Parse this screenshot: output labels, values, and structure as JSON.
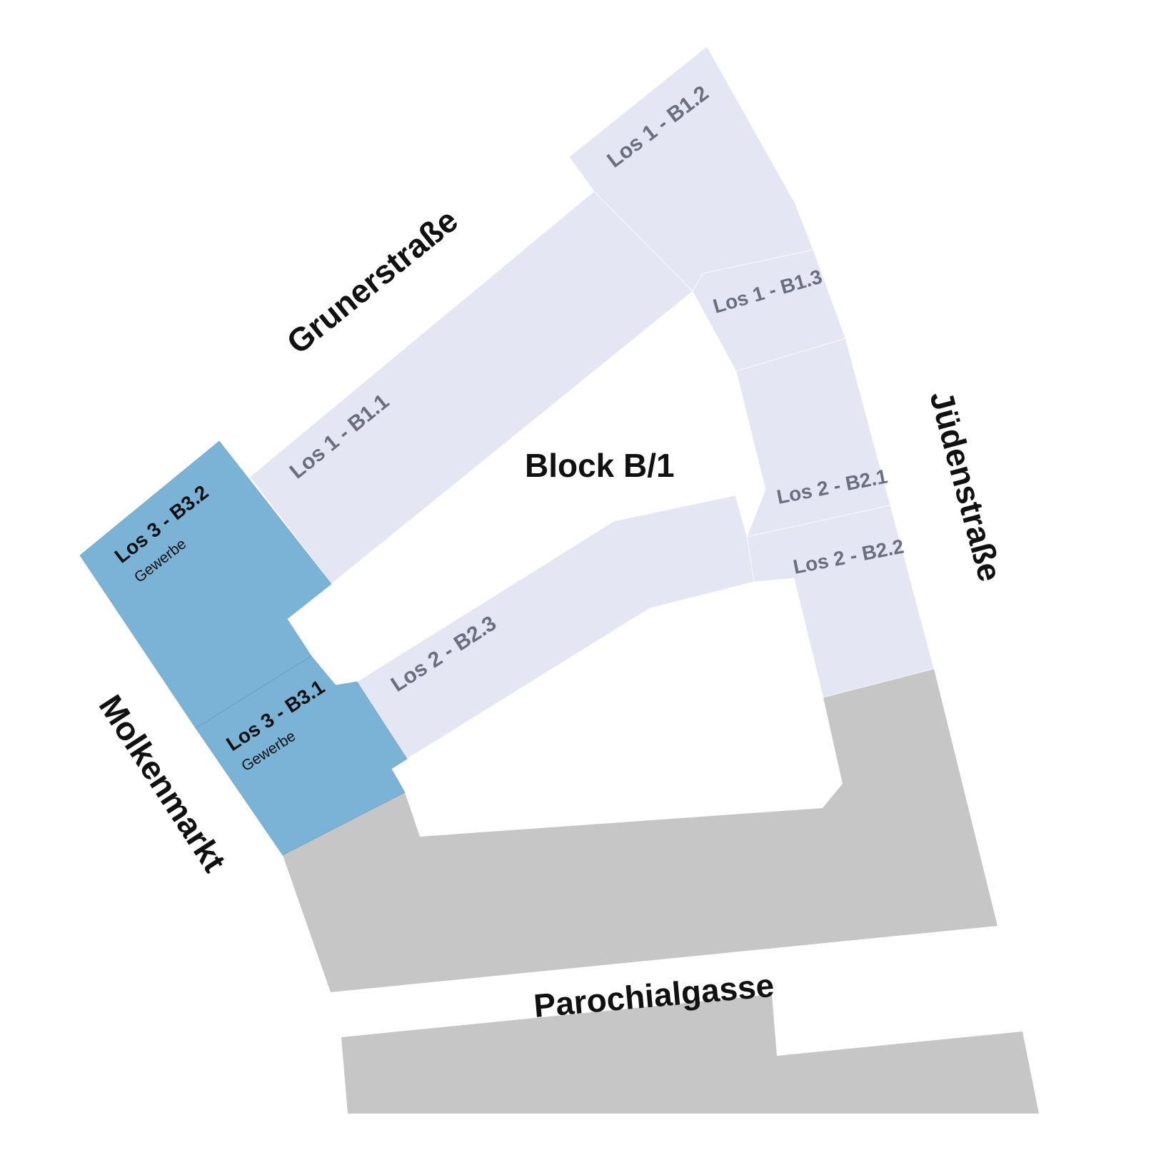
{
  "colors": {
    "background": "#ffffff",
    "planned_lot": "#e4e7f3",
    "commercial_lot": "#7ab3d6",
    "existing_building": "#c6c6c6"
  },
  "block": {
    "title": "Block B/1"
  },
  "streets": {
    "north": "Grunerstraße",
    "east": "Jüdenstraße",
    "west": "Molkenmarkt",
    "south": "Parochialgasse"
  },
  "lots": [
    {
      "id": "B1.1",
      "label": "Los 1 - B1.1",
      "use": ""
    },
    {
      "id": "B1.2",
      "label": "Los 1 - B1.2",
      "use": ""
    },
    {
      "id": "B1.3",
      "label": "Los 1 - B1.3",
      "use": ""
    },
    {
      "id": "B2.1",
      "label": "Los 2 - B2.1",
      "use": ""
    },
    {
      "id": "B2.2",
      "label": "Los 2 - B2.2",
      "use": ""
    },
    {
      "id": "B2.3",
      "label": "Los 2 - B2.3",
      "use": ""
    },
    {
      "id": "B3.1",
      "label": "Los 3 - B3.1",
      "use": "Gewerbe"
    },
    {
      "id": "B3.2",
      "label": "Los 3 - B3.2",
      "use": "Gewerbe"
    }
  ]
}
